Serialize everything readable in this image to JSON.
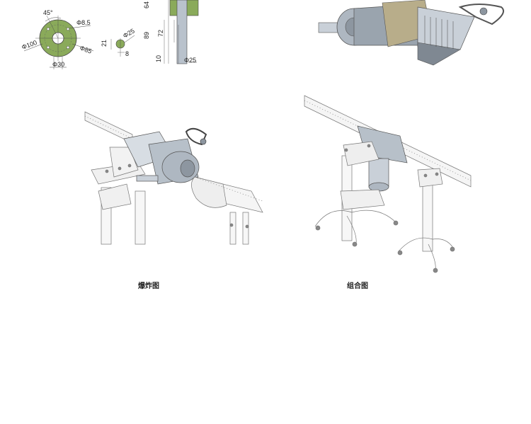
{
  "drawing": {
    "flange_dims": {
      "angle": "45°",
      "bolt_hole": "Φ8.5",
      "outer_dia": "Φ100",
      "bolt_circle": "Φ85",
      "bore": "Φ30"
    },
    "key_dims": {
      "dia": "Φ25",
      "height": "21",
      "width": "8"
    },
    "shaft_dims": {
      "top": "64",
      "middle": "89",
      "inner": "72",
      "bottom": "10",
      "dia": "Φ25"
    }
  },
  "captions": {
    "exploded": "爆炸图",
    "assembled": "组合图"
  },
  "colors": {
    "flange_fill": "#8aaa5a",
    "shaft_fill": "#b9c2cc",
    "steel_dark": "#6d7680",
    "steel_light": "#c9d0d8",
    "line": "#444444"
  }
}
